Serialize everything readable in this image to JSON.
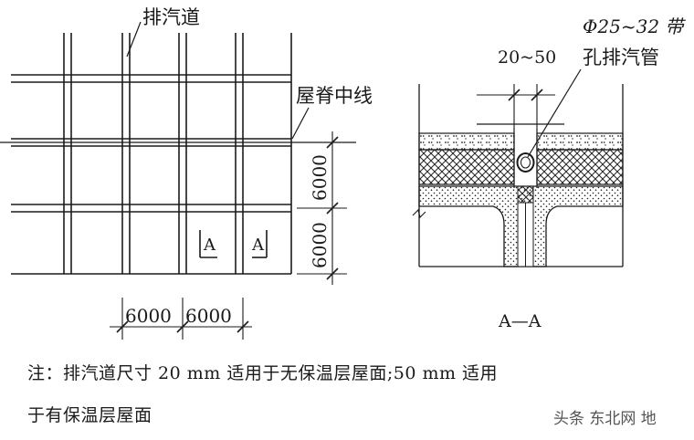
{
  "plan": {
    "label_vent_duct": "排汽道",
    "label_ridge_line": "屋脊中线",
    "dim_v_top": "6000",
    "dim_v_bottom": "6000",
    "dim_h_left": "6000",
    "dim_h_right": "6000",
    "section_mark_left": "A",
    "section_mark_right": "A"
  },
  "section": {
    "label_pipe_line1": "Φ25~32 带",
    "label_pipe_line2": "孔排汽管",
    "dim_gap": "20~50",
    "title": "A—A"
  },
  "note": {
    "line1": "注：排汽道尺寸 20 mm 适用于无保温层屋面;50 mm 适用",
    "line2": "于有保温层屋面"
  },
  "watermark": "头条 东北网 地"
}
